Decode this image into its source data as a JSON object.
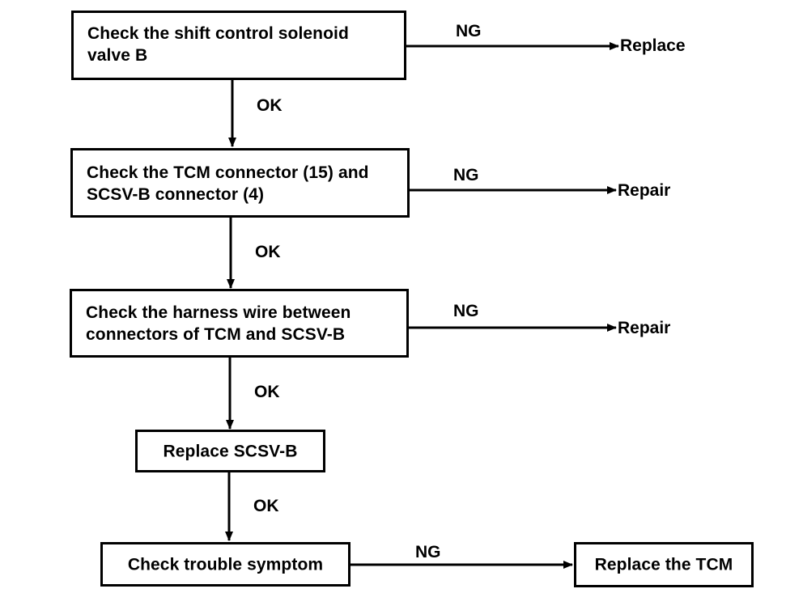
{
  "flowchart": {
    "steps": [
      {
        "lines": [
          "Check the shift control solenoid",
          "valve B"
        ]
      },
      {
        "lines": [
          "Check the TCM connector (15) and",
          "SCSV-B connector (4)"
        ]
      },
      {
        "lines": [
          "Check the harness wire between",
          "connectors of TCM and SCSV-B"
        ]
      },
      {
        "text": "Replace SCSV-B"
      },
      {
        "text": "Check trouble symptom"
      }
    ],
    "outcomes": [
      "Replace",
      "Repair",
      "Repair",
      "Replace the TCM"
    ],
    "ng_label": "NG",
    "ok_label": "OK"
  }
}
